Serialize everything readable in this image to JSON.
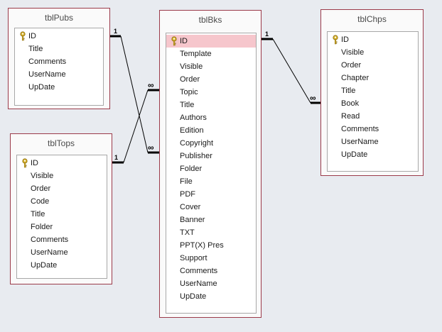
{
  "tables": [
    {
      "id": "tblPubs",
      "title": "tblPubs",
      "fields": [
        "ID",
        "Title",
        "Comments",
        "UserName",
        "UpDate"
      ],
      "primary_key": "ID"
    },
    {
      "id": "tblTops",
      "title": "tblTops",
      "fields": [
        "ID",
        "Visible",
        "Order",
        "Code",
        "Title",
        "Folder",
        "Comments",
        "UserName",
        "UpDate"
      ],
      "primary_key": "ID"
    },
    {
      "id": "tblBks",
      "title": "tblBks",
      "fields": [
        "ID",
        "Template",
        "Visible",
        "Order",
        "Topic",
        "Title",
        "Authors",
        "Edition",
        "Copyright",
        "Publisher",
        "Folder",
        "File",
        "PDF",
        "Cover",
        "Banner",
        "TXT",
        "PPT(X) Pres",
        "Support",
        "Comments",
        "UserName",
        "UpDate"
      ],
      "primary_key": "ID",
      "selected_field": "ID"
    },
    {
      "id": "tblChps",
      "title": "tblChps",
      "fields": [
        "ID",
        "Visible",
        "Order",
        "Chapter",
        "Title",
        "Book",
        "Read",
        "Comments",
        "UserName",
        "UpDate"
      ],
      "primary_key": "ID"
    }
  ],
  "relationships": [
    {
      "from": "tblPubs.ID",
      "to": "tblBks.Publisher",
      "one_label": "1",
      "many_label": "∞"
    },
    {
      "from": "tblTops.ID",
      "to": "tblBks.Topic",
      "one_label": "1",
      "many_label": "∞"
    },
    {
      "from": "tblBks.ID",
      "to": "tblChps.Book",
      "one_label": "1",
      "many_label": "∞"
    }
  ],
  "colors": {
    "table_border": "#9b3a4a",
    "selected_row": "#f6c6cc",
    "key_icon": "#d8b22a",
    "line": "#000000"
  }
}
